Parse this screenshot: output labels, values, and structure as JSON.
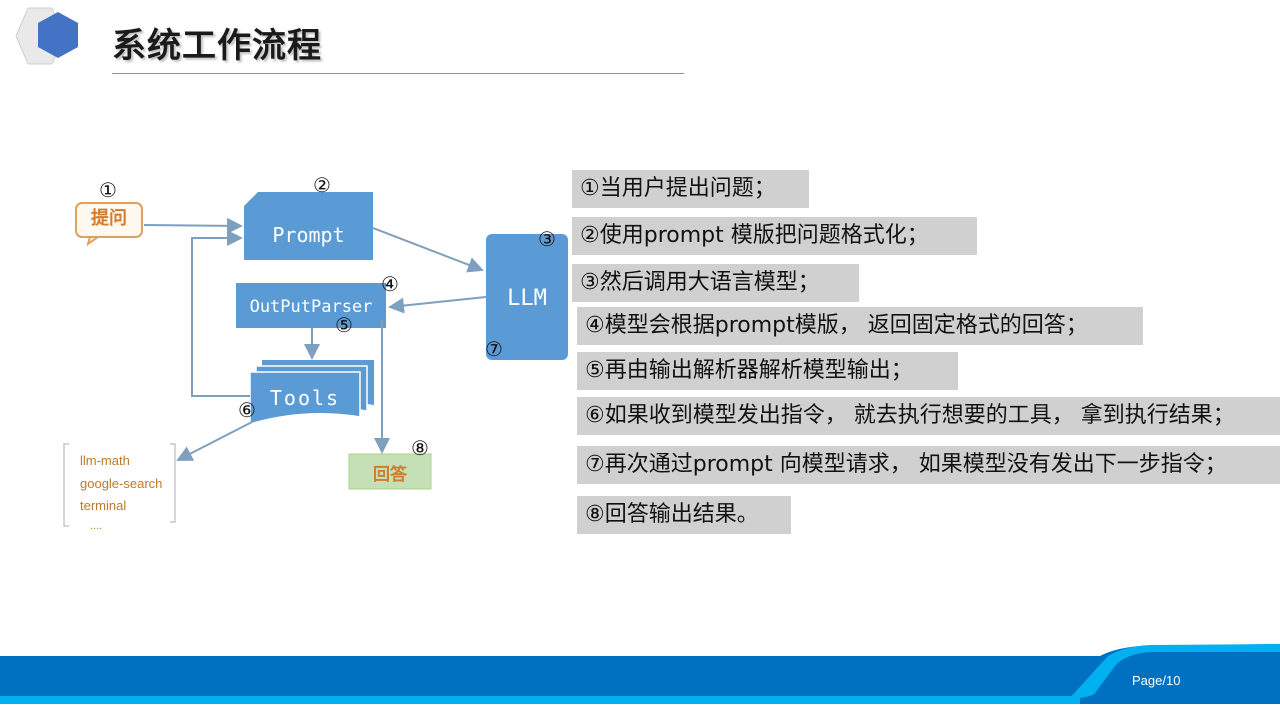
{
  "header": {
    "title": "系统工作流程"
  },
  "diagram": {
    "markers": [
      "①",
      "②",
      "③",
      "④",
      "⑤",
      "⑥",
      "⑦",
      "⑧"
    ],
    "nodes": {
      "question": "提问",
      "prompt": "Prompt",
      "llm": "LLM",
      "parser": "OutPutParser",
      "tools": "Tools",
      "answer": "回答"
    },
    "tool_list": [
      "llm-math",
      "google-search",
      "terminal",
      "...."
    ]
  },
  "steps": [
    "①当用户提出问题；",
    "②使用prompt 模版把问题格式化；",
    "③然后调用大语言模型；",
    "④模型会根据prompt模版， 返回固定格式的回答；",
    "⑤再由输出解析器解析模型输出；",
    "⑥如果收到模型发出指令， 就去执行想要的工具， 拿到执行结果；",
    "⑦再次通过prompt 向模型请求， 如果模型没有发出下一步指令；",
    "⑧回答输出结果。"
  ],
  "footer": {
    "page": "Page/10"
  },
  "colors": {
    "node_blue": "#5b9bd5",
    "accent_blue": "#0070c0",
    "step_bg": "#d0d0d0",
    "answer_green": "#c5e0b4"
  }
}
